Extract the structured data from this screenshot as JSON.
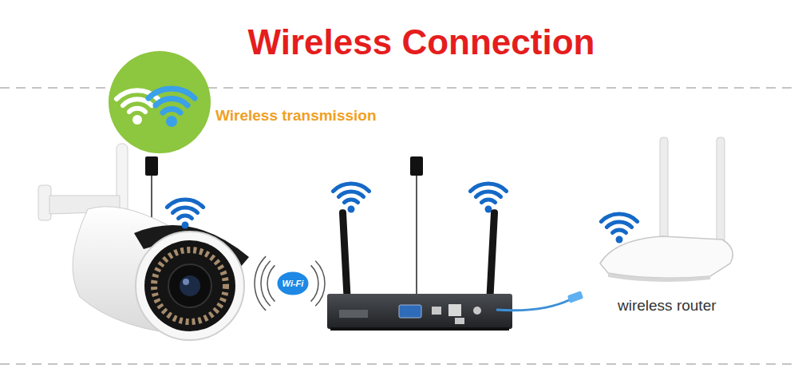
{
  "diagram": {
    "title": "Wireless Connection",
    "nodes": [
      {
        "text": [
          "Wi-Fi"
        ]
      }
    ],
    "labels": [
      "Wireless transmission",
      "wireless router"
    ]
  }
}
